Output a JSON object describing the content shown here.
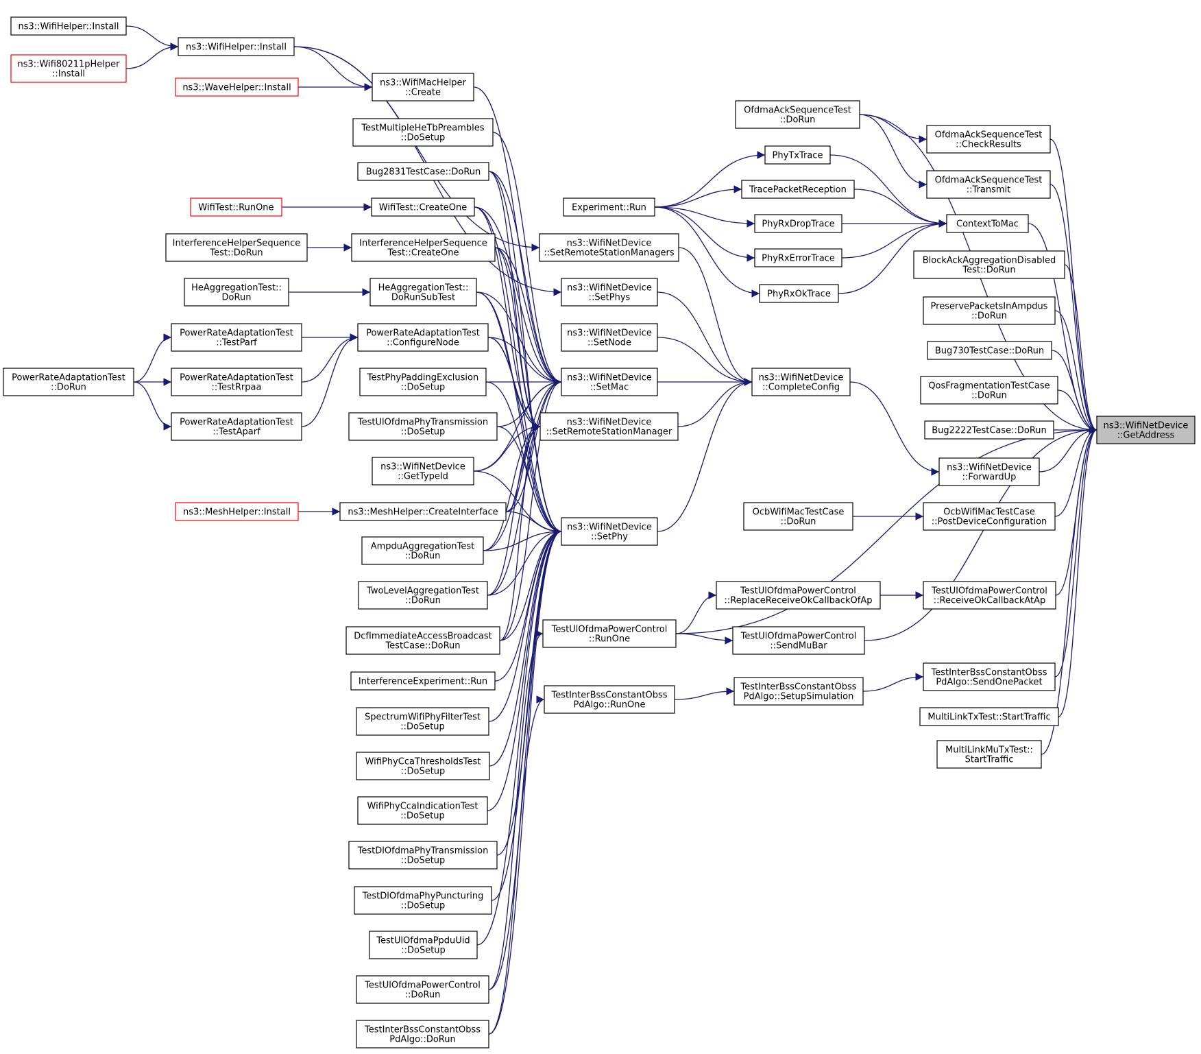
{
  "colors": {
    "edge": "#191970",
    "box_border": "#000000",
    "truncated_border": "#ff0000",
    "target_fill": "#bfbfbf",
    "background": "#ffffff"
  },
  "nodes": {
    "wifihelper_install_a": {
      "lines": [
        "ns3::WifiHelper::Install"
      ],
      "style": "normal"
    },
    "wifi80211p_install": {
      "lines": [
        "ns3::Wifi80211pHelper",
        "::Install"
      ],
      "style": "red"
    },
    "wavehelper_install": {
      "lines": [
        "ns3::WaveHelper::Install"
      ],
      "style": "red"
    },
    "wifihelper_install_b": {
      "lines": [
        "ns3::WifiHelper::Install"
      ],
      "style": "normal"
    },
    "wifimachelper_create": {
      "lines": [
        "ns3::WifiMacHelper",
        "::Create"
      ],
      "style": "normal"
    },
    "testmultiplehetb": {
      "lines": [
        "TestMultipleHeTbPreambles",
        "::DoSetup"
      ],
      "style": "normal"
    },
    "bug2831": {
      "lines": [
        "Bug2831TestCase::DoRun"
      ],
      "style": "normal"
    },
    "wifitest_runone": {
      "lines": [
        "WifiTest::RunOne"
      ],
      "style": "red"
    },
    "wifitest_createone": {
      "lines": [
        "WifiTest::CreateOne"
      ],
      "style": "normal"
    },
    "interf_seq_dorun": {
      "lines": [
        "InterferenceHelperSequence",
        "Test::DoRun"
      ],
      "style": "normal"
    },
    "interf_seq_createone": {
      "lines": [
        "InterferenceHelperSequence",
        "Test::CreateOne"
      ],
      "style": "normal"
    },
    "heagg_dorun": {
      "lines": [
        "HeAggregationTest::",
        "DoRun"
      ],
      "style": "normal"
    },
    "heagg_subtest": {
      "lines": [
        "HeAggregationTest::",
        "DoRunSubTest"
      ],
      "style": "normal"
    },
    "pra_testparf": {
      "lines": [
        "PowerRateAdaptationTest",
        "::TestParf"
      ],
      "style": "normal"
    },
    "pra_confignode": {
      "lines": [
        "PowerRateAdaptationTest",
        "::ConfigureNode"
      ],
      "style": "normal"
    },
    "pra_dorun": {
      "lines": [
        "PowerRateAdaptationTest",
        "::DoRun"
      ],
      "style": "normal"
    },
    "pra_testrrpaa": {
      "lines": [
        "PowerRateAdaptationTest",
        "::TestRrpaa"
      ],
      "style": "normal"
    },
    "pra_testaparf": {
      "lines": [
        "PowerRateAdaptationTest",
        "::TestAparf"
      ],
      "style": "normal"
    },
    "testphypadding": {
      "lines": [
        "TestPhyPaddingExclusion",
        "::DoSetup"
      ],
      "style": "normal"
    },
    "testulofdmaphytx": {
      "lines": [
        "TestUlOfdmaPhyTransmission",
        "::DoSetup"
      ],
      "style": "normal"
    },
    "wnd_gettypeid": {
      "lines": [
        "ns3::WifiNetDevice",
        "::GetTypeId"
      ],
      "style": "normal"
    },
    "meshhelper_install": {
      "lines": [
        "ns3::MeshHelper::Install"
      ],
      "style": "red"
    },
    "meshhelper_createif": {
      "lines": [
        "ns3::MeshHelper::CreateInterface"
      ],
      "style": "normal"
    },
    "ampdu_dorun": {
      "lines": [
        "AmpduAggregationTest",
        "::DoRun"
      ],
      "style": "normal"
    },
    "twolevel_dorun": {
      "lines": [
        "TwoLevelAggregationTest",
        "::DoRun"
      ],
      "style": "normal"
    },
    "dcf_dorun": {
      "lines": [
        "DcfImmediateAccessBroadcast",
        "TestCase::DoRun"
      ],
      "style": "normal"
    },
    "interf_exp_run": {
      "lines": [
        "InterferenceExperiment::Run"
      ],
      "style": "normal"
    },
    "spectrum_filter": {
      "lines": [
        "SpectrumWifiPhyFilterTest",
        "::DoSetup"
      ],
      "style": "normal"
    },
    "cca_thresholds": {
      "lines": [
        "WifiPhyCcaThresholdsTest",
        "::DoSetup"
      ],
      "style": "normal"
    },
    "cca_indication": {
      "lines": [
        "WifiPhyCcaIndicationTest",
        "::DoSetup"
      ],
      "style": "normal"
    },
    "testdlofdmaphytx": {
      "lines": [
        "TestDlOfdmaPhyTransmission",
        "::DoSetup"
      ],
      "style": "normal"
    },
    "testdlofdmapunct": {
      "lines": [
        "TestDlOfdmaPhyPuncturing",
        "::DoSetup"
      ],
      "style": "normal"
    },
    "testulofdmappdu": {
      "lines": [
        "TestUlOfdmaPpduUid",
        "::DoSetup"
      ],
      "style": "normal"
    },
    "testulofdmapc_dorun": {
      "lines": [
        "TestUlOfdmaPowerControl",
        "::DoRun"
      ],
      "style": "normal"
    },
    "testinterbss_dorun": {
      "lines": [
        "TestInterBssConstantObss",
        "PdAlgo::DoRun"
      ],
      "style": "normal"
    },
    "experiment_run": {
      "lines": [
        "Experiment::Run"
      ],
      "style": "normal"
    },
    "wnd_setrsms": {
      "lines": [
        "ns3::WifiNetDevice",
        "::SetRemoteStationManagers"
      ],
      "style": "normal"
    },
    "wnd_setphys": {
      "lines": [
        "ns3::WifiNetDevice",
        "::SetPhys"
      ],
      "style": "normal"
    },
    "wnd_setnode": {
      "lines": [
        "ns3::WifiNetDevice",
        "::SetNode"
      ],
      "style": "normal"
    },
    "wnd_setmac": {
      "lines": [
        "ns3::WifiNetDevice",
        "::SetMac"
      ],
      "style": "normal"
    },
    "wnd_setrsm": {
      "lines": [
        "ns3::WifiNetDevice",
        "::SetRemoteStationManager"
      ],
      "style": "normal"
    },
    "wnd_setphy": {
      "lines": [
        "ns3::WifiNetDevice",
        "::SetPhy"
      ],
      "style": "normal"
    },
    "testulofdmapc_runone": {
      "lines": [
        "TestUlOfdmaPowerControl",
        "::RunOne"
      ],
      "style": "normal"
    },
    "testinterbss_runone": {
      "lines": [
        "TestInterBssConstantObss",
        "PdAlgo::RunOne"
      ],
      "style": "normal"
    },
    "ofdma_ack_dorun": {
      "lines": [
        "OfdmaAckSequenceTest",
        "::DoRun"
      ],
      "style": "normal"
    },
    "phytxtrace": {
      "lines": [
        "PhyTxTrace"
      ],
      "style": "normal"
    },
    "tracepacketrx": {
      "lines": [
        "TracePacketReception"
      ],
      "style": "normal"
    },
    "phyrxdroptrace": {
      "lines": [
        "PhyRxDropTrace"
      ],
      "style": "normal"
    },
    "phyrxerrortrace": {
      "lines": [
        "PhyRxErrorTrace"
      ],
      "style": "normal"
    },
    "phyrxoktrace": {
      "lines": [
        "PhyRxOkTrace"
      ],
      "style": "normal"
    },
    "wnd_completeconfig": {
      "lines": [
        "ns3::WifiNetDevice",
        "::CompleteConfig"
      ],
      "style": "normal"
    },
    "ocb_dorun": {
      "lines": [
        "OcbWifiMacTestCase",
        "::DoRun"
      ],
      "style": "normal"
    },
    "testulofdmapc_replace": {
      "lines": [
        "TestUlOfdmaPowerControl",
        "::ReplaceReceiveOkCallbackOfAp"
      ],
      "style": "normal"
    },
    "testulofdmapc_sendmubar": {
      "lines": [
        "TestUlOfdmaPowerControl",
        "::SendMuBar"
      ],
      "style": "normal"
    },
    "testinterbss_setup": {
      "lines": [
        "TestInterBssConstantObss",
        "PdAlgo::SetupSimulation"
      ],
      "style": "normal"
    },
    "contexttomac": {
      "lines": [
        "ContextToMac"
      ],
      "style": "normal"
    },
    "ofdma_ack_check": {
      "lines": [
        "OfdmaAckSequenceTest",
        "::CheckResults"
      ],
      "style": "normal"
    },
    "ofdma_ack_transmit": {
      "lines": [
        "OfdmaAckSequenceTest",
        "::Transmit"
      ],
      "style": "normal"
    },
    "blockack_dorun": {
      "lines": [
        "BlockAckAggregationDisabled",
        "Test::DoRun"
      ],
      "style": "normal"
    },
    "preserve_dorun": {
      "lines": [
        "PreservePacketsInAmpdus",
        "::DoRun"
      ],
      "style": "normal"
    },
    "bug730_dorun": {
      "lines": [
        "Bug730TestCase::DoRun"
      ],
      "style": "normal"
    },
    "qosfrag_dorun": {
      "lines": [
        "QosFragmentationTestCase",
        "::DoRun"
      ],
      "style": "normal"
    },
    "bug2222_dorun": {
      "lines": [
        "Bug2222TestCase::DoRun"
      ],
      "style": "normal"
    },
    "wnd_forwardup": {
      "lines": [
        "ns3::WifiNetDevice",
        "::ForwardUp"
      ],
      "style": "normal"
    },
    "ocb_postdevice": {
      "lines": [
        "OcbWifiMacTestCase",
        "::PostDeviceConfiguration"
      ],
      "style": "normal"
    },
    "testulofdmapc_receiveok": {
      "lines": [
        "TestUlOfdmaPowerControl",
        "::ReceiveOkCallbackAtAp"
      ],
      "style": "normal"
    },
    "testinterbss_sendone": {
      "lines": [
        "TestInterBssConstantObss",
        "PdAlgo::SendOnePacket"
      ],
      "style": "normal"
    },
    "multilinktx": {
      "lines": [
        "MultiLinkTxTest::StartTraffic"
      ],
      "style": "normal"
    },
    "multilinkmutx": {
      "lines": [
        "MultiLinkMuTxTest::",
        "StartTraffic"
      ],
      "style": "normal"
    },
    "wnd_getaddress": {
      "lines": [
        "ns3::WifiNetDevice",
        "::GetAddress"
      ],
      "style": "target"
    }
  }
}
